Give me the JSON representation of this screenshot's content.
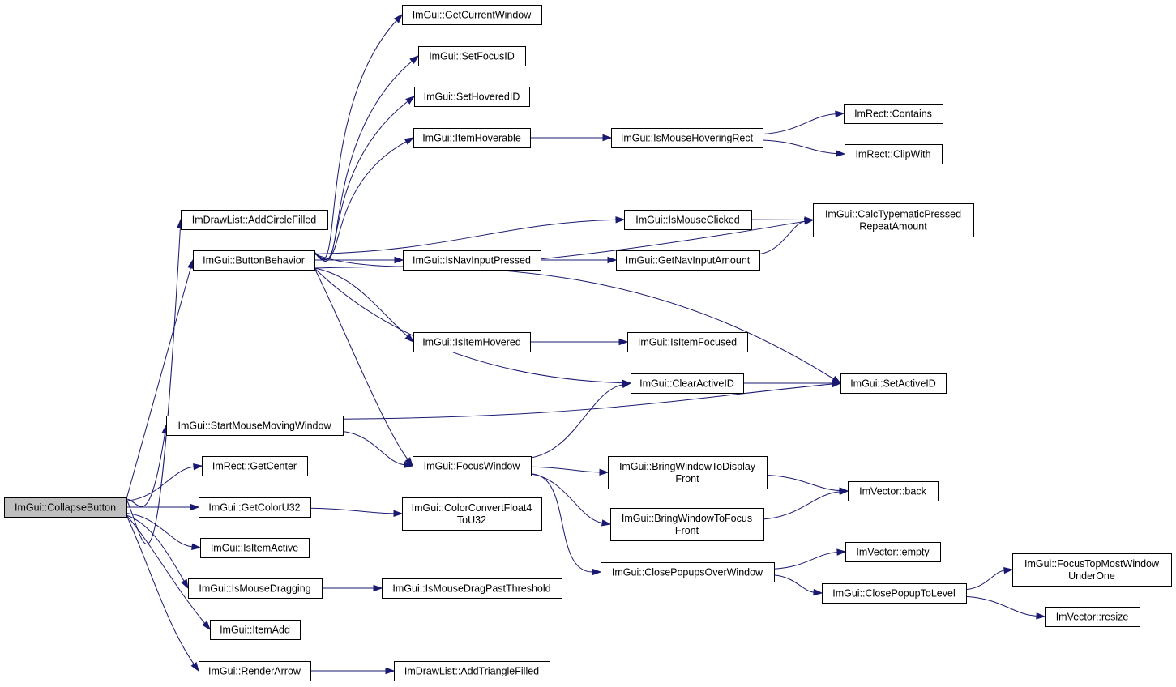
{
  "colors": {
    "edge": "#191970",
    "node_border": "#000000",
    "root_fill": "#bfbfbf",
    "node_fill": "#ffffff"
  },
  "nodes": {
    "collapse": {
      "lines": [
        "ImGui::CollapseButton"
      ],
      "root": true
    },
    "addCircleFilled": {
      "lines": [
        "ImDrawList::AddCircleFilled"
      ]
    },
    "buttonBehavior": {
      "lines": [
        "ImGui::ButtonBehavior"
      ]
    },
    "startMouseMoving": {
      "lines": [
        "ImGui::StartMouseMovingWindow"
      ]
    },
    "getCenter": {
      "lines": [
        "ImRect::GetCenter"
      ]
    },
    "getColorU32": {
      "lines": [
        "ImGui::GetColorU32"
      ]
    },
    "isItemActive": {
      "lines": [
        "ImGui::IsItemActive"
      ]
    },
    "isMouseDragging": {
      "lines": [
        "ImGui::IsMouseDragging"
      ]
    },
    "itemAdd": {
      "lines": [
        "ImGui::ItemAdd"
      ]
    },
    "renderArrow": {
      "lines": [
        "ImGui::RenderArrow"
      ]
    },
    "getCurrentWindow": {
      "lines": [
        "ImGui::GetCurrentWindow"
      ]
    },
    "setFocusID": {
      "lines": [
        "ImGui::SetFocusID"
      ]
    },
    "setHoveredID": {
      "lines": [
        "ImGui::SetHoveredID"
      ]
    },
    "itemHoverable": {
      "lines": [
        "ImGui::ItemHoverable"
      ]
    },
    "isNavInputPressed": {
      "lines": [
        "ImGui::IsNavInputPressed"
      ]
    },
    "isItemHovered": {
      "lines": [
        "ImGui::IsItemHovered"
      ]
    },
    "focusWindow": {
      "lines": [
        "ImGui::FocusWindow"
      ]
    },
    "colorConvert": {
      "lines": [
        "ImGui::ColorConvertFloat4",
        "ToU32"
      ]
    },
    "isMouseDragPast": {
      "lines": [
        "ImGui::IsMouseDragPastThreshold"
      ]
    },
    "addTriangleFilled": {
      "lines": [
        "ImDrawList::AddTriangleFilled"
      ]
    },
    "isMouseHoveringRect": {
      "lines": [
        "ImGui::IsMouseHoveringRect"
      ]
    },
    "isMouseClicked": {
      "lines": [
        "ImGui::IsMouseClicked"
      ]
    },
    "getNavInputAmount": {
      "lines": [
        "ImGui::GetNavInputAmount"
      ]
    },
    "isItemFocused": {
      "lines": [
        "ImGui::IsItemFocused"
      ]
    },
    "clearActiveID": {
      "lines": [
        "ImGui::ClearActiveID"
      ]
    },
    "bringToDisplayFront": {
      "lines": [
        "ImGui::BringWindowToDisplay",
        "Front"
      ]
    },
    "bringToFocusFront": {
      "lines": [
        "ImGui::BringWindowToFocus",
        "Front"
      ]
    },
    "closePopupsOver": {
      "lines": [
        "ImGui::ClosePopupsOverWindow"
      ]
    },
    "rectContains": {
      "lines": [
        "ImRect::Contains"
      ]
    },
    "rectClipWith": {
      "lines": [
        "ImRect::ClipWith"
      ]
    },
    "calcTypematic": {
      "lines": [
        "ImGui::CalcTypematicPressed",
        "RepeatAmount"
      ]
    },
    "setActiveID": {
      "lines": [
        "ImGui::SetActiveID"
      ]
    },
    "vectorBack": {
      "lines": [
        "ImVector::back"
      ]
    },
    "vectorEmpty": {
      "lines": [
        "ImVector::empty"
      ]
    },
    "closePopupToLevel": {
      "lines": [
        "ImGui::ClosePopupToLevel"
      ]
    },
    "focusTopMost": {
      "lines": [
        "ImGui::FocusTopMostWindow",
        "UnderOne"
      ]
    },
    "vectorResize": {
      "lines": [
        "ImVector::resize"
      ]
    }
  },
  "edges": [
    [
      "collapse",
      "addCircleFilled"
    ],
    [
      "collapse",
      "buttonBehavior"
    ],
    [
      "collapse",
      "startMouseMoving"
    ],
    [
      "collapse",
      "getCenter"
    ],
    [
      "collapse",
      "getColorU32"
    ],
    [
      "collapse",
      "isItemActive"
    ],
    [
      "collapse",
      "isMouseDragging"
    ],
    [
      "collapse",
      "itemAdd"
    ],
    [
      "collapse",
      "renderArrow"
    ],
    [
      "buttonBehavior",
      "getCurrentWindow"
    ],
    [
      "buttonBehavior",
      "setFocusID"
    ],
    [
      "buttonBehavior",
      "setHoveredID"
    ],
    [
      "buttonBehavior",
      "itemHoverable"
    ],
    [
      "buttonBehavior",
      "calcTypematic"
    ],
    [
      "buttonBehavior",
      "isMouseClicked"
    ],
    [
      "buttonBehavior",
      "isNavInputPressed"
    ],
    [
      "buttonBehavior",
      "setActiveID"
    ],
    [
      "buttonBehavior",
      "isItemHovered"
    ],
    [
      "buttonBehavior",
      "clearActiveID"
    ],
    [
      "buttonBehavior",
      "focusWindow"
    ],
    [
      "itemHoverable",
      "isMouseHoveringRect"
    ],
    [
      "isMouseHoveringRect",
      "rectContains"
    ],
    [
      "isMouseHoveringRect",
      "rectClipWith"
    ],
    [
      "isMouseClicked",
      "calcTypematic"
    ],
    [
      "isNavInputPressed",
      "getNavInputAmount"
    ],
    [
      "getNavInputAmount",
      "calcTypematic"
    ],
    [
      "isItemHovered",
      "isItemFocused"
    ],
    [
      "clearActiveID",
      "setActiveID"
    ],
    [
      "startMouseMoving",
      "setActiveID"
    ],
    [
      "startMouseMoving",
      "focusWindow"
    ],
    [
      "focusWindow",
      "clearActiveID"
    ],
    [
      "focusWindow",
      "bringToDisplayFront"
    ],
    [
      "focusWindow",
      "bringToFocusFront"
    ],
    [
      "focusWindow",
      "closePopupsOver"
    ],
    [
      "bringToDisplayFront",
      "vectorBack"
    ],
    [
      "bringToFocusFront",
      "vectorBack"
    ],
    [
      "closePopupsOver",
      "vectorEmpty"
    ],
    [
      "closePopupsOver",
      "closePopupToLevel"
    ],
    [
      "closePopupToLevel",
      "focusTopMost"
    ],
    [
      "closePopupToLevel",
      "vectorResize"
    ],
    [
      "getColorU32",
      "colorConvert"
    ],
    [
      "isMouseDragging",
      "isMouseDragPast"
    ],
    [
      "renderArrow",
      "addTriangleFilled"
    ]
  ]
}
